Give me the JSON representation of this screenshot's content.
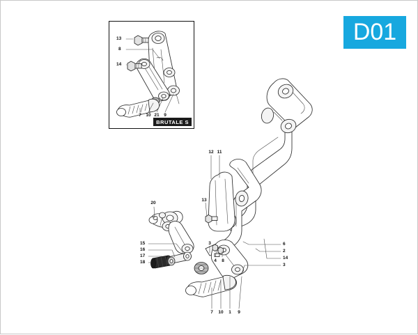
{
  "page": {
    "title": "D01",
    "background_color": "#ffffff",
    "border_color": "#c8c8c8"
  },
  "badge": {
    "label": "D01",
    "color": "#17a8df",
    "text_color": "#ffffff"
  },
  "inset": {
    "tag_label": "BRUTALE S",
    "tag_bg": "#1b1b1b",
    "tag_text_color": "#ffffff",
    "border_color": "#111111",
    "callouts_left": [
      {
        "id": "13",
        "number": "13"
      },
      {
        "id": "8",
        "number": "8"
      },
      {
        "id": "14",
        "number": "14"
      }
    ],
    "callouts_bottom": [
      {
        "id": "7",
        "number": "7"
      },
      {
        "id": "10",
        "number": "10"
      },
      {
        "id": "21",
        "number": "21"
      },
      {
        "id": "9",
        "number": "9"
      }
    ]
  },
  "main": {
    "callouts_top": [
      {
        "id": "12",
        "number": "12"
      },
      {
        "id": "11",
        "number": "11"
      }
    ],
    "callout_mid_left": {
      "id": "13",
      "number": "13"
    },
    "callout_upper_left": {
      "id": "20",
      "number": "20"
    },
    "callouts_left_stack": [
      {
        "id": "15",
        "number": "15"
      },
      {
        "id": "16",
        "number": "16"
      },
      {
        "id": "17",
        "number": "17"
      },
      {
        "id": "18",
        "number": "18"
      }
    ],
    "callouts_inner": [
      {
        "id": "3",
        "number": "3"
      },
      {
        "id": "4",
        "number": "4"
      },
      {
        "id": "8",
        "number": "8"
      }
    ],
    "callouts_right": [
      {
        "id": "6",
        "number": "6"
      },
      {
        "id": "2",
        "number": "2"
      },
      {
        "id": "14",
        "number": "14"
      },
      {
        "id": "3r",
        "number": "3"
      }
    ],
    "callouts_bottom": [
      {
        "id": "7",
        "number": "7"
      },
      {
        "id": "10",
        "number": "10"
      },
      {
        "id": "1",
        "number": "1"
      },
      {
        "id": "9",
        "number": "9"
      }
    ]
  }
}
